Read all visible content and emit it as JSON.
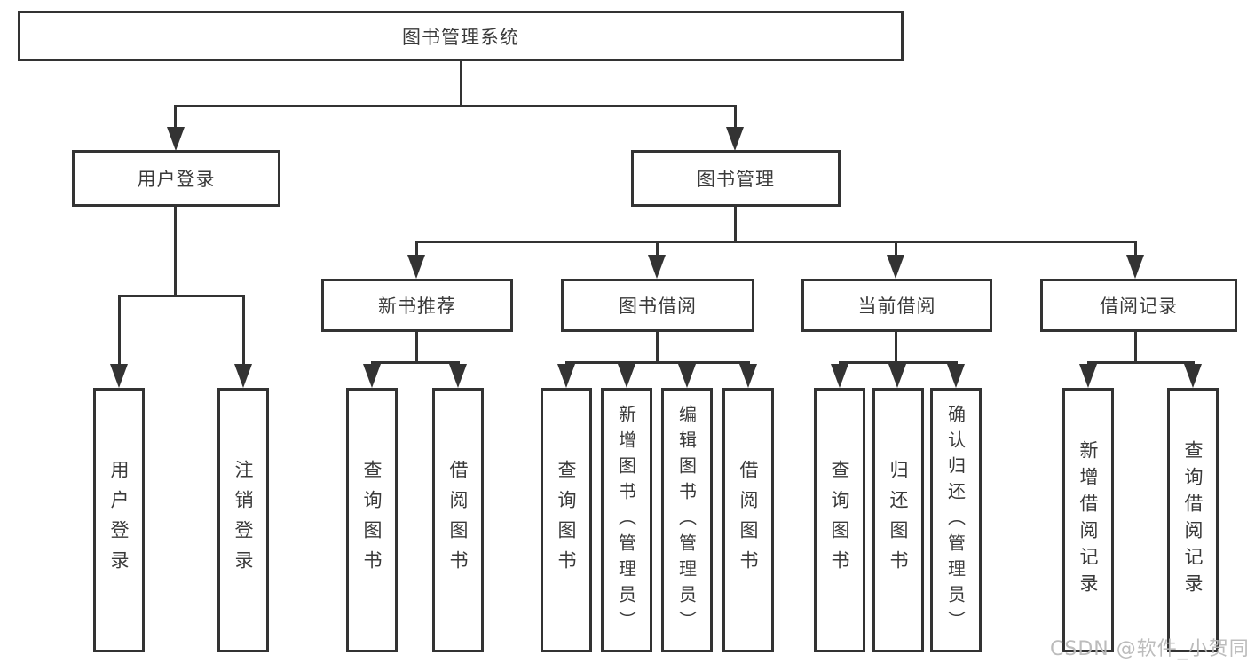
{
  "diagram": {
    "title": "图书管理系统",
    "type": "hierarchy-tree",
    "nodes": {
      "root": "图书管理系统",
      "user_login": "用户登录",
      "book_mgmt": "图书管理",
      "new_book_rec": "新书推荐",
      "book_borrow": "图书借阅",
      "current_borrow": "当前借阅",
      "borrow_records": "借阅记录",
      "leaf_user_login": "用户登录",
      "leaf_logout": "注销登录",
      "leaf_query_book_1": "查询图书",
      "leaf_borrow_book_1": "借阅图书",
      "leaf_query_book_2": "查询图书",
      "leaf_add_book": "新增图书（管理员）",
      "leaf_edit_book": "编辑图书（管理员）",
      "leaf_borrow_book_2": "借阅图书",
      "leaf_query_book_3": "查询图书",
      "leaf_return_book": "归还图书",
      "leaf_confirm_return": "确认归还（管理员）",
      "leaf_add_borrow_record": "新增借阅记录",
      "leaf_query_borrow_record": "查询借阅记录"
    },
    "edges": [
      [
        "root",
        "user_login"
      ],
      [
        "root",
        "book_mgmt"
      ],
      [
        "user_login",
        "leaf_user_login"
      ],
      [
        "user_login",
        "leaf_logout"
      ],
      [
        "book_mgmt",
        "new_book_rec"
      ],
      [
        "book_mgmt",
        "book_borrow"
      ],
      [
        "book_mgmt",
        "current_borrow"
      ],
      [
        "book_mgmt",
        "borrow_records"
      ],
      [
        "new_book_rec",
        "leaf_query_book_1"
      ],
      [
        "new_book_rec",
        "leaf_borrow_book_1"
      ],
      [
        "book_borrow",
        "leaf_query_book_2"
      ],
      [
        "book_borrow",
        "leaf_add_book"
      ],
      [
        "book_borrow",
        "leaf_edit_book"
      ],
      [
        "book_borrow",
        "leaf_borrow_book_2"
      ],
      [
        "current_borrow",
        "leaf_query_book_3"
      ],
      [
        "current_borrow",
        "leaf_return_book"
      ],
      [
        "current_borrow",
        "leaf_confirm_return"
      ],
      [
        "borrow_records",
        "leaf_add_borrow_record"
      ],
      [
        "borrow_records",
        "leaf_query_borrow_record"
      ]
    ],
    "colors": {
      "box_border": "#333333",
      "connector": "#333333",
      "text": "#3a3a3a",
      "background": "#ffffff",
      "watermark_text_color": "#b9b9b9"
    }
  },
  "watermark": "CSDN @软件_小贺同学"
}
